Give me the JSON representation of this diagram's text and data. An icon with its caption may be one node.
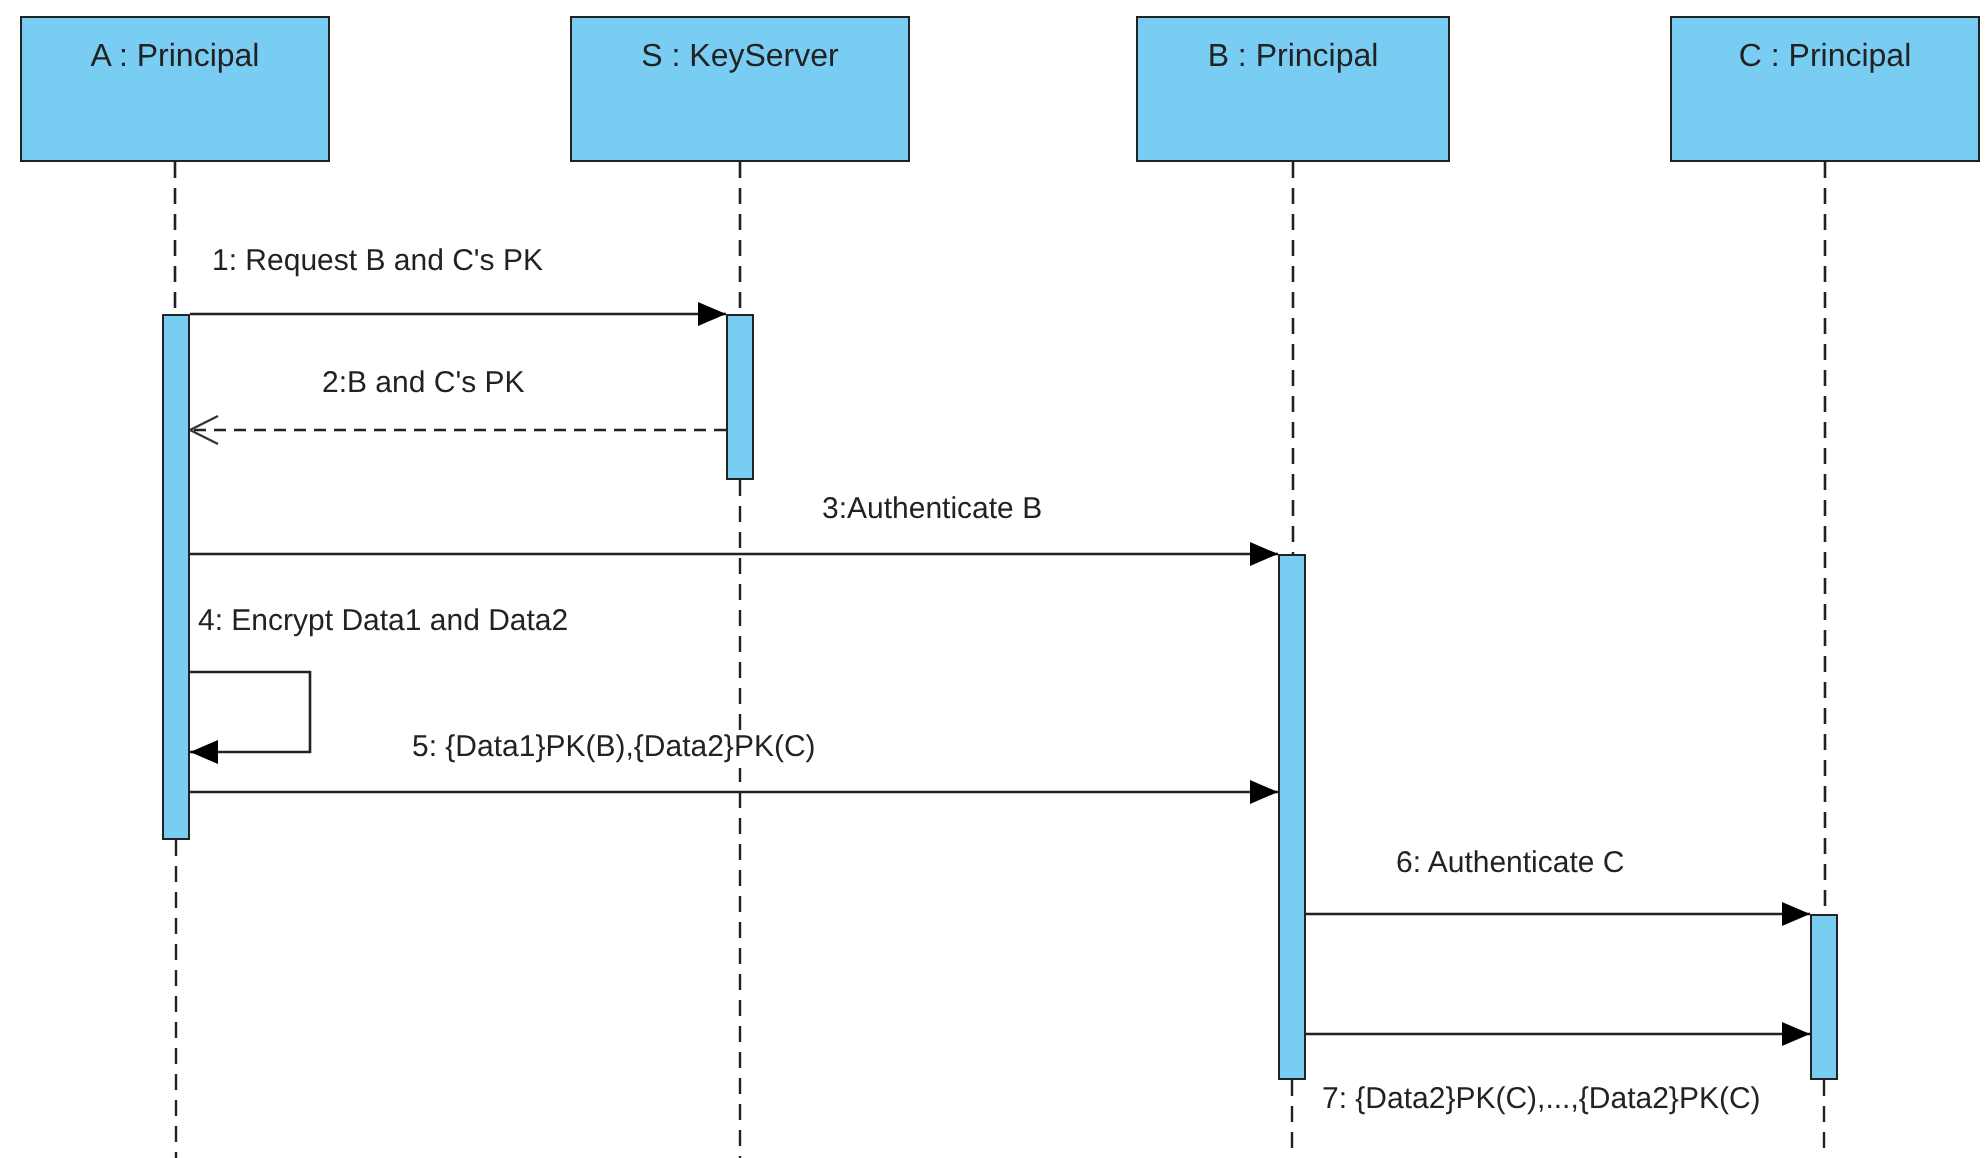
{
  "diagram": {
    "nodes": [
      {
        "text": [
          "A : Principal"
        ]
      },
      {
        "text": [
          "S : KeyServer"
        ]
      },
      {
        "text": [
          "B : Principal"
        ]
      },
      {
        "text": [
          "C : Principal"
        ]
      },
      {
        "text": [],
        "shape": "bar"
      },
      {
        "text": [],
        "shape": "bar"
      },
      {
        "text": [],
        "shape": "bar"
      },
      {
        "text": [],
        "shape": "bar"
      }
    ],
    "edges": [
      {
        "from": 0,
        "to": 4,
        "arrow": "none",
        "style": "dashed"
      },
      {
        "from": 1,
        "to": 5,
        "arrow": "none",
        "style": "dashed"
      },
      {
        "from": 2,
        "to": 6,
        "arrow": "none",
        "style": "dashed"
      },
      {
        "from": 3,
        "to": 7,
        "arrow": "none",
        "style": "dashed"
      },
      {
        "from": 4,
        "to": 5,
        "arrow": "to",
        "label": "1: Request B and C's PK"
      },
      {
        "from": 5,
        "to": 4,
        "arrow": "to",
        "style": "dashed",
        "label": "2:B and C's PK"
      },
      {
        "from": 4,
        "to": 6,
        "arrow": "to",
        "label": "3:Authenticate B"
      },
      {
        "from": 4,
        "to": 4,
        "arrow": "to",
        "label": "4: Encrypt Data1 and Data2"
      },
      {
        "from": 4,
        "to": 6,
        "arrow": "to",
        "label": "5: {Data1}PK(B),{Data2}PK(C)"
      },
      {
        "from": 6,
        "to": 7,
        "arrow": "to",
        "label": "6: Authenticate C"
      },
      {
        "from": 6,
        "to": 7,
        "arrow": "to",
        "label": "7: {Data2}PK(C),...,{Data2}PK(C)"
      }
    ]
  }
}
